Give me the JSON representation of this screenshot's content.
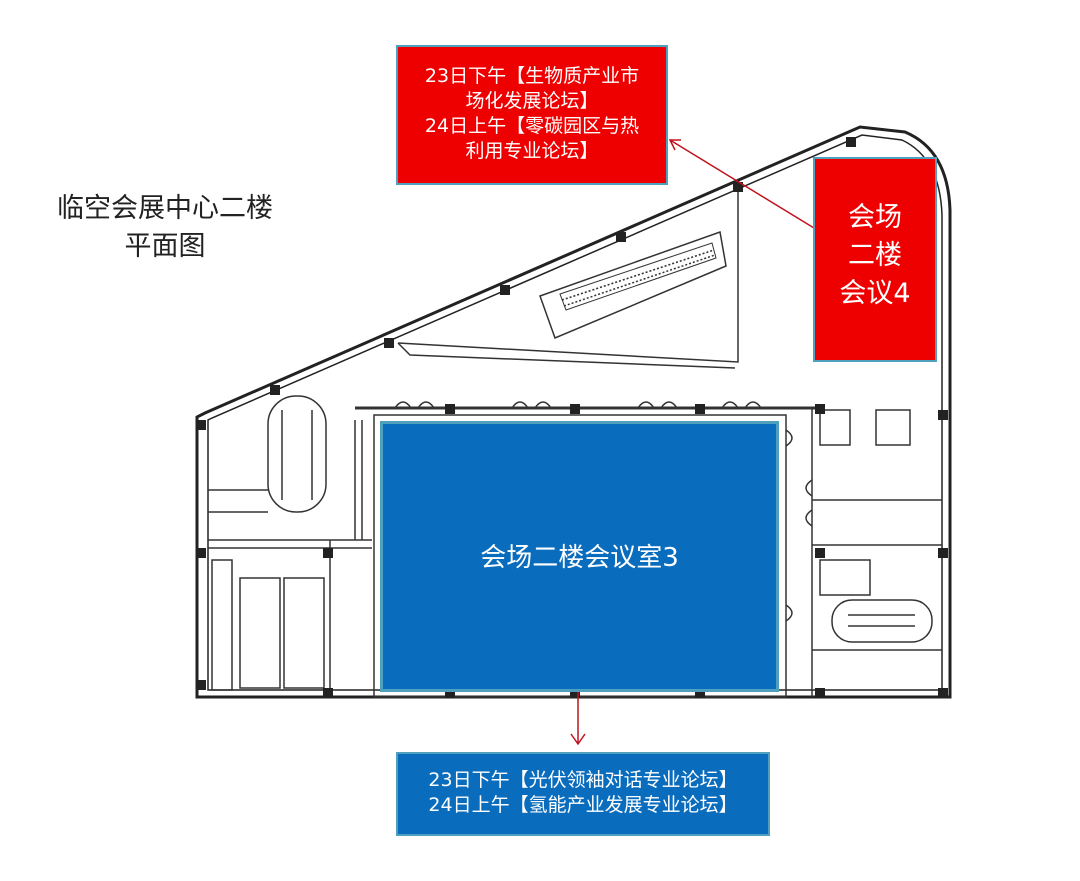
{
  "plan_title": {
    "line1": "临空会展中心二楼",
    "line2": "平面图"
  },
  "room4": {
    "line1": "会场",
    "line2": "二楼",
    "line3": "会议4",
    "color": "#ee0000",
    "schedule": [
      "23日下午【生物质产业市",
      "场化发展论坛】",
      "24日上午【零碳园区与热",
      "利用专业论坛】"
    ]
  },
  "room3": {
    "label": "会场二楼会议室3",
    "color": "#0a6cbd",
    "schedule": [
      "23日下午【光伏领袖对话专业论坛】",
      "24日上午【氢能产业发展专业论坛】"
    ]
  },
  "arrow_color": "#c0121c"
}
